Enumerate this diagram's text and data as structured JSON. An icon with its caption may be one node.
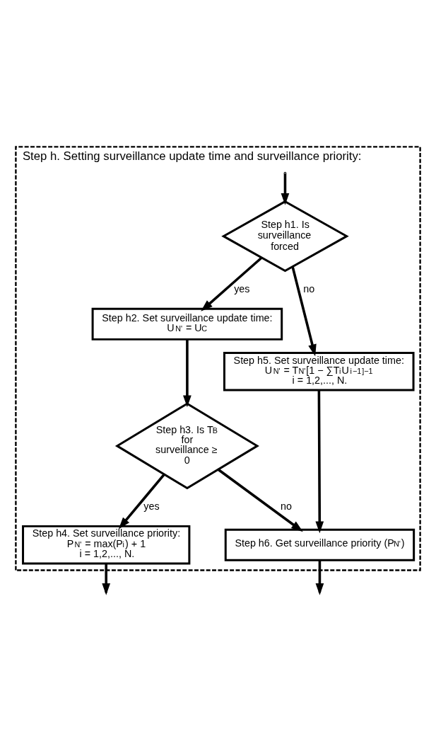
{
  "diagram": {
    "nodes": [
      {
        "text": [
          "Step h. Setting surveillance update time and surveillance priority:"
        ]
      },
      {
        "text": [
          "Step h1. Is surveillance forced"
        ],
        "in": 0
      },
      {
        "text": [
          "Step h2. Set surveillance update time:",
          "U$_{N'}$ = U$_{C}$"
        ],
        "in": 0
      },
      {
        "text": [
          "Step h5. Set surveillance update time:",
          "U$_{N'}$ = T$_{N'}$[1 − ∑T$_{i}$U$_{i}$$^{−1}$]$^{−1}$",
          "i = 1,2,..., N."
        ],
        "in": 0
      },
      {
        "text": [
          "Step h3. Is T$_{B}$ for surveillance ≥ 0"
        ],
        "in": 0
      },
      {
        "text": [
          "Step h4. Set surveillance priority:",
          "P$_{N'}$ = max(P$_{i}$) + 1",
          "i = 1,2,..., N."
        ],
        "in": 0
      },
      {
        "text": [
          "Step h6. Get surveillance priority (P$_{N'}$)"
        ],
        "in": 0
      }
    ],
    "edges": [
      {
        "from": null,
        "to": 1,
        "arrow": "to"
      },
      {
        "from": 1,
        "to": 2,
        "arrow": "to",
        "label": "yes"
      },
      {
        "from": 1,
        "to": 3,
        "arrow": "to",
        "label": "no"
      },
      {
        "from": 2,
        "to": 4,
        "arrow": "to"
      },
      {
        "from": 4,
        "to": 5,
        "arrow": "to",
        "label": "yes"
      },
      {
        "from": 4,
        "to": 6,
        "arrow": "to",
        "label": "no"
      },
      {
        "from": 3,
        "to": 6,
        "arrow": "to"
      },
      {
        "from": 5,
        "to": null,
        "arrow": "to"
      },
      {
        "from": 6,
        "to": null,
        "arrow": "to"
      }
    ]
  }
}
